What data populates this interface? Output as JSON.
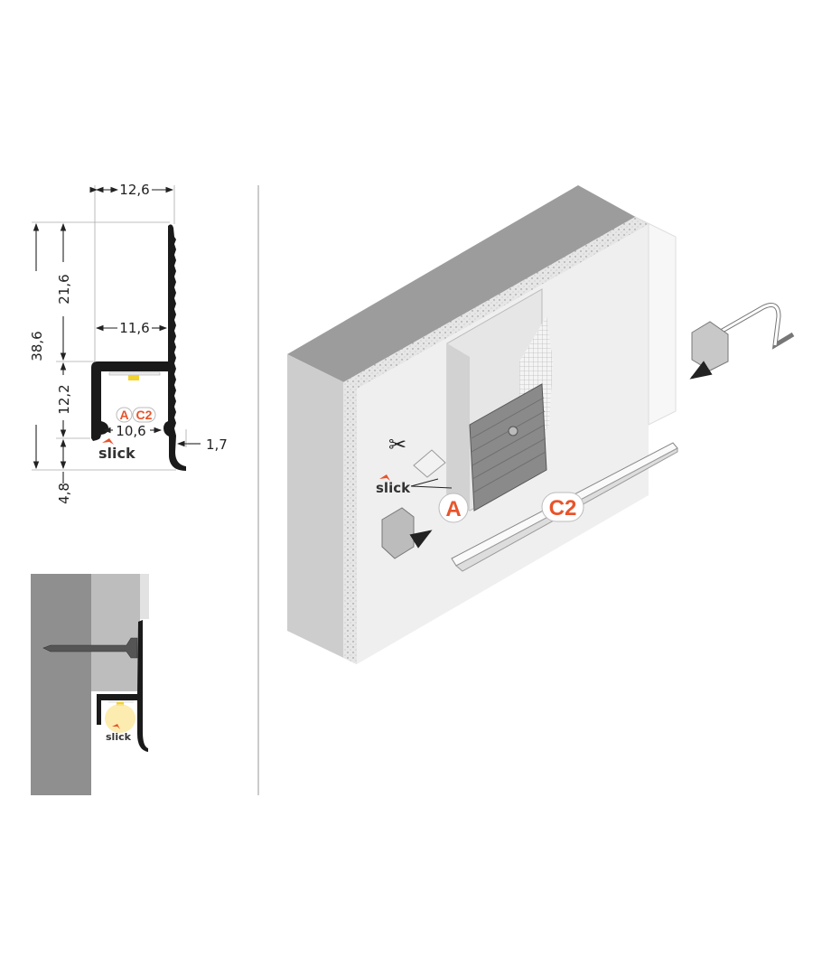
{
  "profile": {
    "dims": {
      "width_total": "12,6",
      "height_total": "38,6",
      "upper_height": "21,6",
      "inner_width_top": "11,6",
      "channel_height": "12,2",
      "opening_width": "10,6",
      "lip": "1,7",
      "lower": "4,8"
    },
    "badges": {
      "a": "A",
      "c2": "C2"
    },
    "logo": "slick"
  },
  "section": {
    "logo": "slick"
  },
  "install": {
    "logo": "slick",
    "badge_a": "A",
    "badge_c2": "C2"
  },
  "colors": {
    "accent": "#e8542a",
    "profile": "#1a1a1a",
    "led": "#f2d22e"
  }
}
